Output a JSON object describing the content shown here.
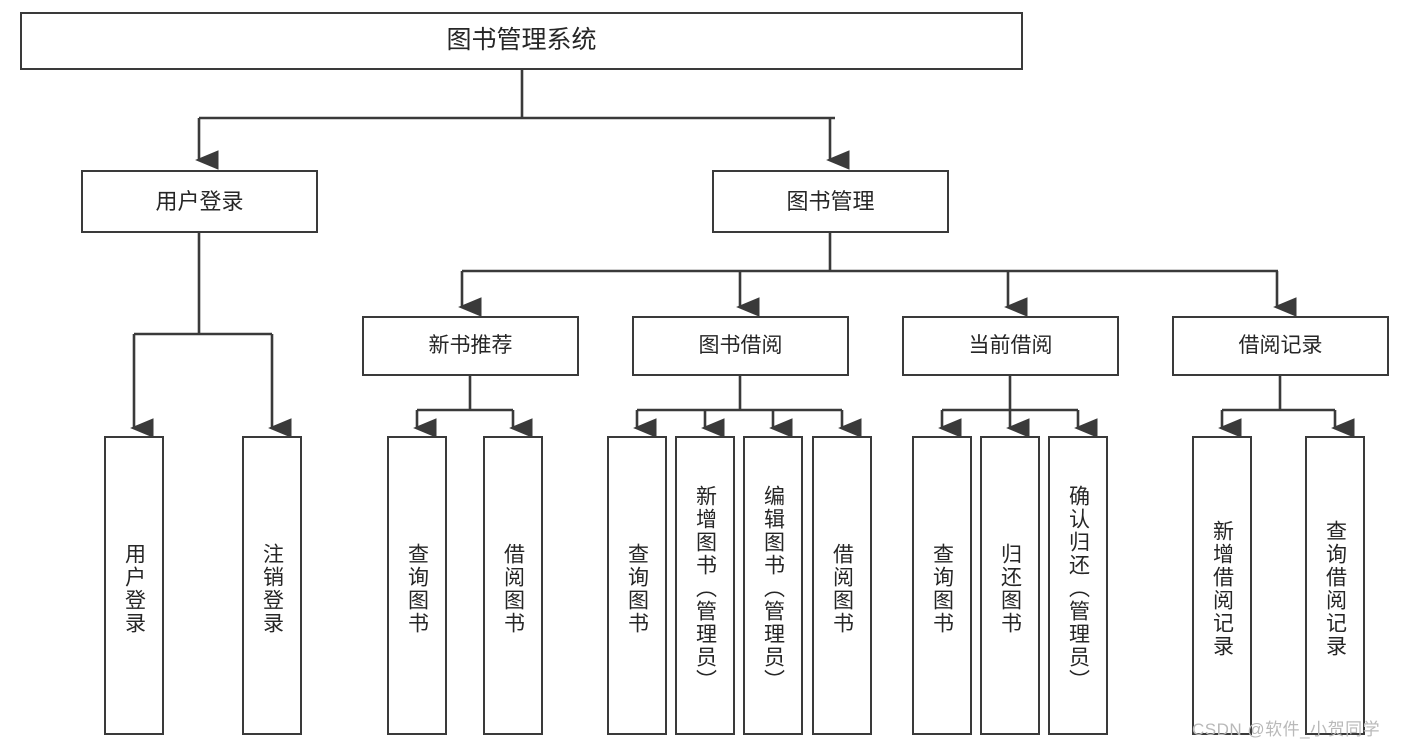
{
  "diagram": {
    "title": "图书管理系统",
    "type": "tree-hierarchy-chart",
    "root": {
      "label": "图书管理系统"
    },
    "level2": [
      {
        "label": "用户登录"
      },
      {
        "label": "图书管理"
      }
    ],
    "level3": [
      {
        "label": "新书推荐"
      },
      {
        "label": "图书借阅"
      },
      {
        "label": "当前借阅"
      },
      {
        "label": "借阅记录"
      }
    ],
    "leaves": {
      "user_login": [
        {
          "label": "用户登录"
        },
        {
          "label": "注销登录"
        }
      ],
      "new_book_recommend": [
        {
          "label": "查询图书"
        },
        {
          "label": "借阅图书"
        }
      ],
      "book_borrow": [
        {
          "label": "查询图书"
        },
        {
          "label": "新增图书（管理员）"
        },
        {
          "label": "编辑图书（管理员）"
        },
        {
          "label": "借阅图书"
        }
      ],
      "current_borrow": [
        {
          "label": "查询图书"
        },
        {
          "label": "归还图书"
        },
        {
          "label": "确认归还（管理员）"
        }
      ],
      "borrow_record": [
        {
          "label": "新增借阅记录"
        },
        {
          "label": "查询借阅记录"
        }
      ]
    }
  },
  "watermark": {
    "text": "CSDN @软件_小贺同学"
  },
  "colors": {
    "border": "#3a3a3a",
    "background": "#ffffff",
    "text": "#262626",
    "watermark": "#b9b9b9"
  }
}
